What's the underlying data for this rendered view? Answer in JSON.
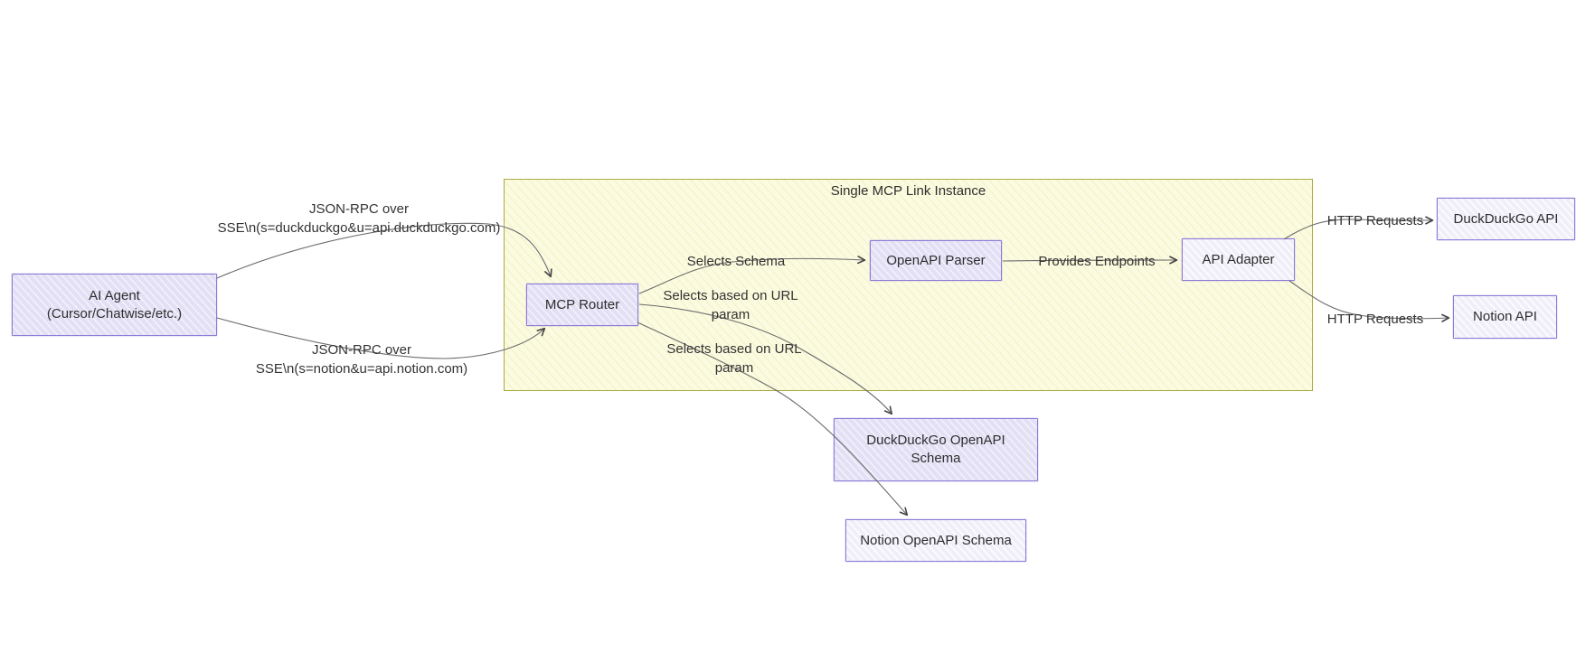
{
  "diagram": {
    "cluster": {
      "title": "Single MCP Link Instance"
    },
    "nodes": {
      "ai_agent": {
        "line1": "AI Agent",
        "line2": "(Cursor/Chatwise/etc.)"
      },
      "mcp_router": {
        "label": "MCP Router"
      },
      "openapi_parser": {
        "label": "OpenAPI Parser"
      },
      "api_adapter": {
        "label": "API Adapter"
      },
      "duckduckgo_api": {
        "label": "DuckDuckGo API"
      },
      "notion_api": {
        "label": "Notion API"
      },
      "duckduckgo_schema": {
        "line1": "DuckDuckGo OpenAPI",
        "line2": "Schema"
      },
      "notion_schema": {
        "label": "Notion OpenAPI Schema"
      }
    },
    "edges": {
      "agent_router_ddg": {
        "line1": "JSON-RPC over",
        "line2": "SSE\\n(s=duckduckgo&u=api.duckduckgo.com)"
      },
      "agent_router_notion": {
        "line1": "JSON-RPC over",
        "line2": "SSE\\n(s=notion&u=api.notion.com)"
      },
      "router_parser": {
        "label": "Selects Schema"
      },
      "parser_adapter": {
        "label": "Provides Endpoints"
      },
      "adapter_ddg_api": {
        "label": "HTTP Requests"
      },
      "adapter_notion_api": {
        "label": "HTTP Requests"
      },
      "router_ddg_schema": {
        "line1": "Selects based on URL",
        "line2": "param"
      },
      "router_notion_schema": {
        "line1": "Selects based on URL",
        "line2": "param"
      }
    },
    "colors": {
      "node_fill": "#E3DFF5",
      "node_fill_light": "#F0EEF9",
      "node_border": "#8D7BD8",
      "cluster_fill": "#FBFBE2",
      "cluster_border": "#ABAB3F",
      "edge_stroke": "#666666",
      "text": "#333333",
      "canvas": "#FFFFFF"
    }
  }
}
